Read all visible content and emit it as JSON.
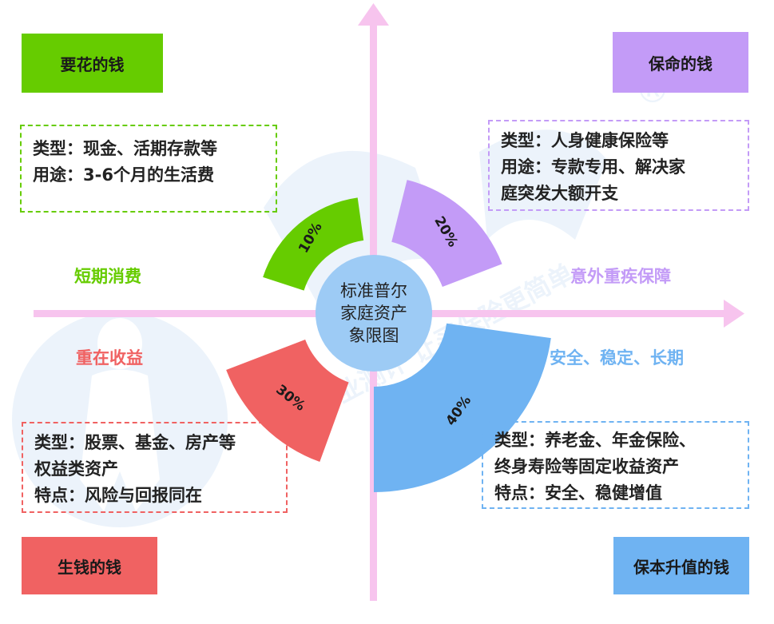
{
  "center": {
    "lines": [
      "标准普尔",
      "家庭资产",
      "象限图"
    ]
  },
  "quadrants": {
    "top_left": {
      "label": "要花的钱",
      "color": "#66CC00",
      "desc": [
        "类型：现金、活期存款等",
        "用途：3-6个月的生活费"
      ],
      "side_title": "短期消费",
      "percent": "10%"
    },
    "top_right": {
      "label": "保命的钱",
      "color": "#C39BF7",
      "desc": [
        "类型：人身健康保险等",
        "用途：专款专用、解决家",
        "庭突发大额开支"
      ],
      "side_title": "意外重疾保障",
      "percent": "20%"
    },
    "bottom_left": {
      "label": "生钱的钱",
      "color": "#F06262",
      "desc": [
        "类型：股票、基金、房产等",
        "权益类资产",
        "特点：风险与回报同在"
      ],
      "side_title": "重在收益",
      "percent": "30%"
    },
    "bottom_right": {
      "label": "保本升值的钱",
      "color": "#6FB3F2",
      "desc": [
        "类型：养老金、年金保险、",
        "终身寿险等固定收益资产",
        "特点：安全、稳健增值"
      ],
      "side_title": "安全、稳定、长期",
      "percent": "40%"
    }
  },
  "watermark": {
    "text": "专业测评 让买保险更简单",
    "mark": "®"
  },
  "colors": {
    "axis": "#F7C4EE",
    "center_fill": "#9DCBF5",
    "watermark": "#CFE3F7"
  }
}
